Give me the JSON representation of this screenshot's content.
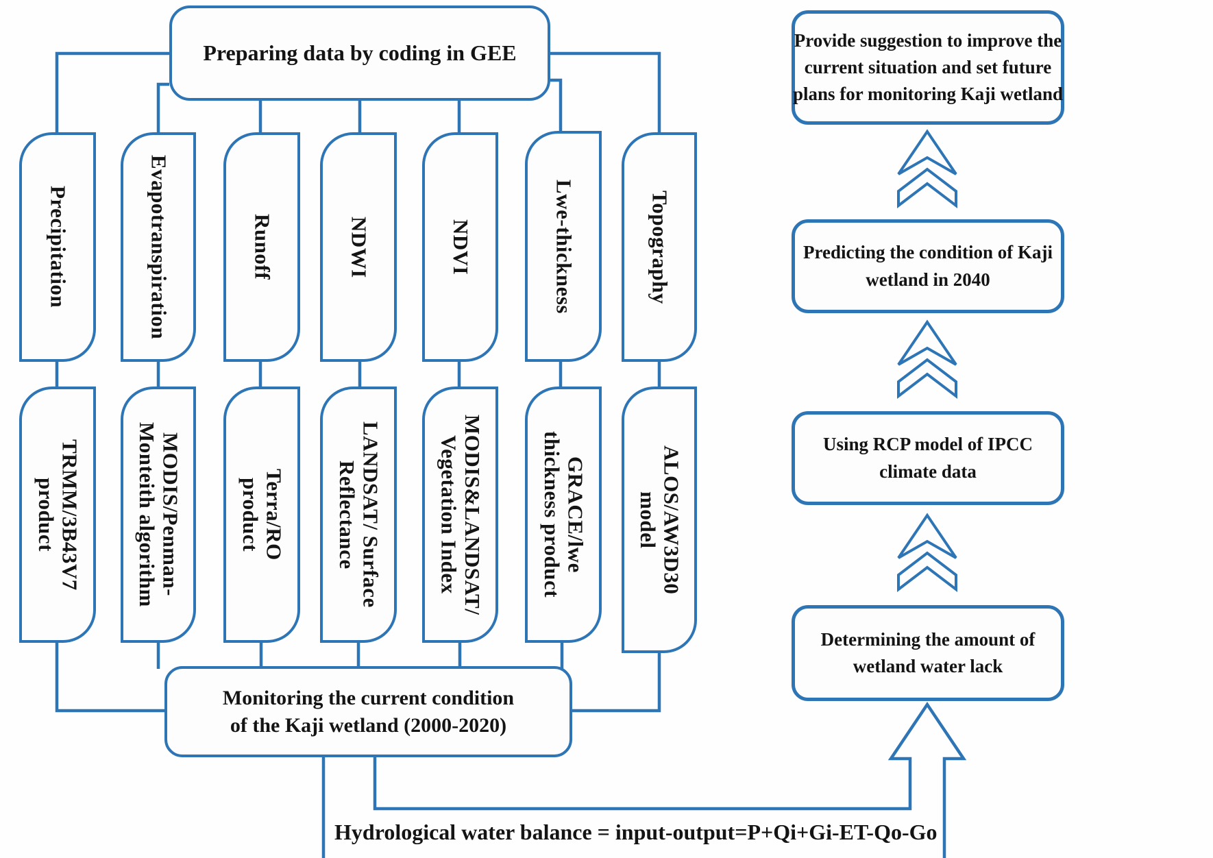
{
  "colors": {
    "line_blue": "#2E75B6",
    "text": "#141414",
    "background": "#FEFEFE"
  },
  "top_box": {
    "label": "Preparing data by coding in GEE"
  },
  "columns": [
    {
      "source": "Precipitation",
      "product": [
        "TRMM/3B43V7",
        "product"
      ]
    },
    {
      "source": "Evapotranspiration",
      "product": [
        "MODIS/Penman-",
        "Monteith algorithm"
      ]
    },
    {
      "source": "Runoff",
      "product": [
        "Terra/RO",
        "product"
      ]
    },
    {
      "source": "NDWI",
      "product": [
        "LANDSAT/ Surface",
        "Reflectance"
      ]
    },
    {
      "source": "NDVI",
      "product": [
        "MODIS&LANDSAT/",
        "Vegetation Index"
      ]
    },
    {
      "source": "Lwe-thickness",
      "product": [
        "GRACE/lwe",
        "thickness product"
      ]
    },
    {
      "source": "Topography",
      "product": [
        "ALOS/AW3D30",
        "model"
      ]
    }
  ],
  "monitoring_box": {
    "line1": "Monitoring the current condition",
    "line2": "of the Kaji wetland (2000-2020)"
  },
  "formula": "Hydrological water balance = input-output=P+Qi+Gi-ET-Qo-Go",
  "flow_steps": [
    {
      "lines": [
        "Determining the amount of",
        "wetland water lack"
      ]
    },
    {
      "lines": [
        "Using RCP model of IPCC",
        "climate data"
      ]
    },
    {
      "lines": [
        "Predicting the condition of Kaji",
        "wetland in 2040"
      ]
    },
    {
      "lines": [
        "Provide suggestion to improve the",
        "current situation and set future",
        "plans for monitoring Kaji wetland"
      ]
    }
  ],
  "icons": {
    "fir_arrow": "fir-arrow-up",
    "block_arrow": "block-arrow-up"
  }
}
